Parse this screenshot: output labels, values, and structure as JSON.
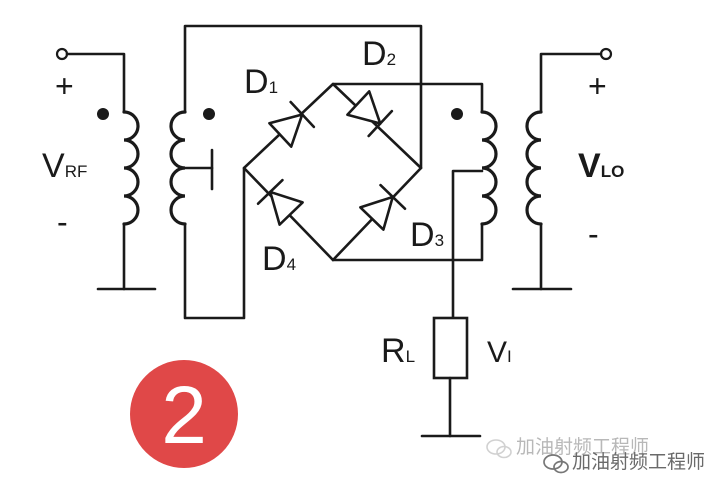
{
  "labels": {
    "rf_plus": "+",
    "rf_minus": "-",
    "rf_main": "V",
    "rf_sub": "RF",
    "lo_plus": "+",
    "lo_minus": "-",
    "lo_main": "V",
    "lo_sub": "LO",
    "d1_main": "D",
    "d1_sub": "1",
    "d2_main": "D",
    "d2_sub": "2",
    "d3_main": "D",
    "d3_sub": "3",
    "d4_main": "D",
    "d4_sub": "4",
    "rl_main": "R",
    "rl_sub": "L",
    "vi_main": "V",
    "vi_sub": "I"
  },
  "badge": {
    "number": "2",
    "color": "#e04848"
  },
  "watermarks": {
    "faded": "加油射频工程师",
    "dark": "加油射频工程师"
  },
  "icons": {
    "watermark_icon": "wechat-icon"
  }
}
